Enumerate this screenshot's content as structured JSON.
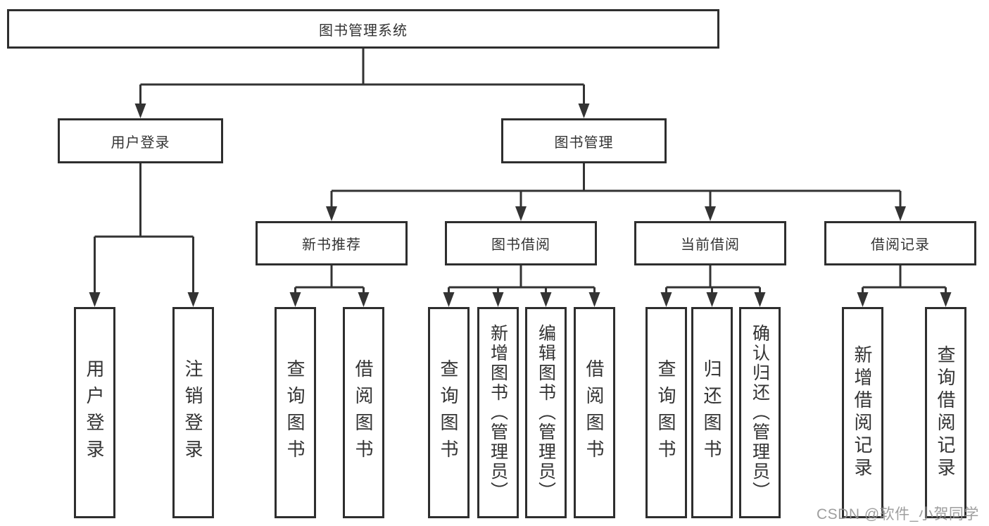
{
  "diagram": {
    "type": "functional-structure-tree",
    "root": {
      "label": "图书管理系统"
    },
    "branches": [
      {
        "label": "用户登录",
        "children": [
          {
            "label": "用户登录"
          },
          {
            "label": "注销登录"
          }
        ]
      },
      {
        "label": "图书管理",
        "children": [
          {
            "label": "新书推荐",
            "children": [
              {
                "label": "查询图书"
              },
              {
                "label": "借阅图书"
              }
            ]
          },
          {
            "label": "图书借阅",
            "children": [
              {
                "label": "查询图书"
              },
              {
                "label": "新增图书（管理员）"
              },
              {
                "label": "编辑图书（管理员）"
              },
              {
                "label": "借阅图书"
              }
            ]
          },
          {
            "label": "当前借阅",
            "children": [
              {
                "label": "查询图书"
              },
              {
                "label": "归还图书"
              },
              {
                "label": "确认归还（管理员）"
              }
            ]
          },
          {
            "label": "借阅记录",
            "children": [
              {
                "label": "新增借阅记录"
              },
              {
                "label": "查询借阅记录"
              }
            ]
          }
        ]
      }
    ]
  },
  "watermark": {
    "text": "CSDN @软件_小贺同学"
  },
  "colors": {
    "line": "#333333",
    "box_border": "#2e2e2e",
    "box_fill": "#ffffff",
    "text": "#333333",
    "watermark": "#949494",
    "background": "#ffffff"
  }
}
